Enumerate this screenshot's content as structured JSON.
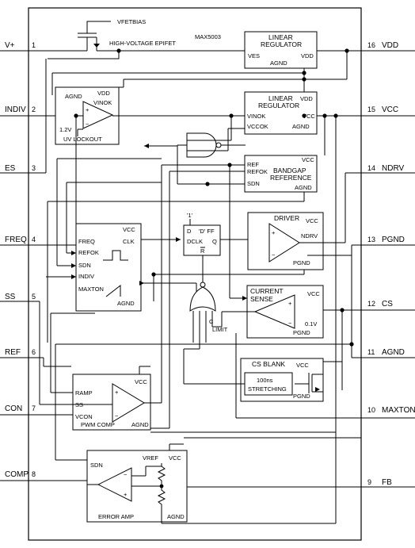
{
  "part_number": "MAX5003",
  "pins_left": [
    {
      "num": "1",
      "name": "V+"
    },
    {
      "num": "2",
      "name": "INDIV"
    },
    {
      "num": "3",
      "name": "ES"
    },
    {
      "num": "4",
      "name": "FREQ"
    },
    {
      "num": "5",
      "name": "SS"
    },
    {
      "num": "6",
      "name": "REF"
    },
    {
      "num": "7",
      "name": "CON"
    },
    {
      "num": "8",
      "name": "COMP"
    }
  ],
  "pins_right": [
    {
      "num": "16",
      "name": "VDD"
    },
    {
      "num": "15",
      "name": "VCC"
    },
    {
      "num": "14",
      "name": "NDRV"
    },
    {
      "num": "13",
      "name": "PGND"
    },
    {
      "num": "12",
      "name": "CS"
    },
    {
      "num": "11",
      "name": "AGND"
    },
    {
      "num": "10",
      "name": "MAXTON"
    },
    {
      "num": "9",
      "name": "FB"
    }
  ],
  "fet": {
    "gate_label": "VFETBIAS",
    "name": "HIGH-VOLTAGE EPIFET"
  },
  "blocks": {
    "linreg_vdd": {
      "title1": "LINEAR",
      "title2": "REGULATOR",
      "in": "VES",
      "out": "VDD",
      "gnd": "AGND"
    },
    "linreg_vcc": {
      "title1": "LINEAR",
      "title2": "REGULATOR",
      "top": "VDD",
      "in": "VINOK",
      "out": "VCC",
      "ok": "VCCOK",
      "gnd": "AGND"
    },
    "uvlo": {
      "gnd": "AGND",
      "vdd": "VDD",
      "ok": "VINOK",
      "ref": "1.2V",
      "title": "UV LOCKOUT"
    },
    "bandgap": {
      "vcc": "VCC",
      "ref": "REF",
      "refok": "REFOK",
      "title1": "BANDGAP",
      "title2": "REFERENCE",
      "sdn": "SDN",
      "gnd": "AGND"
    },
    "oscillator": {
      "vcc": "VCC",
      "freq": "FREQ",
      "clk": "CLK",
      "refok": "REFOK",
      "sdn": "SDN",
      "indiv": "INDIV",
      "maxton": "MAXTON",
      "gnd": "AGND"
    },
    "flipflop": {
      "one": "'1'",
      "d": "D",
      "type": "'D' FF",
      "dclk": "DCLK",
      "q": "Q",
      "rbar": "R"
    },
    "driver": {
      "title": "DRIVER",
      "vcc": "VCC",
      "out": "NDRV",
      "gnd": "PGND"
    },
    "current_sense": {
      "title1": "CURRENT",
      "title2": "SENSE",
      "vcc": "VCC",
      "ref": "0.1V",
      "gnd": "PGND"
    },
    "climit": {
      "line1": "C",
      "line2": "LIMIT"
    },
    "csblank": {
      "title": "CS BLANK",
      "inner1": "100ns",
      "inner2": "STRETCHING",
      "vcc": "VCC",
      "gnd": "PGND"
    },
    "pwm": {
      "vcc": "VCC",
      "ramp": "RAMP",
      "ss": "SS",
      "vcon": "VCON",
      "title": "PWM COMP",
      "gnd": "AGND"
    },
    "erramp": {
      "sdn": "SDN",
      "vref": "VREF",
      "vcc": "VCC",
      "title": "ERROR AMP",
      "gnd": "AGND"
    }
  }
}
